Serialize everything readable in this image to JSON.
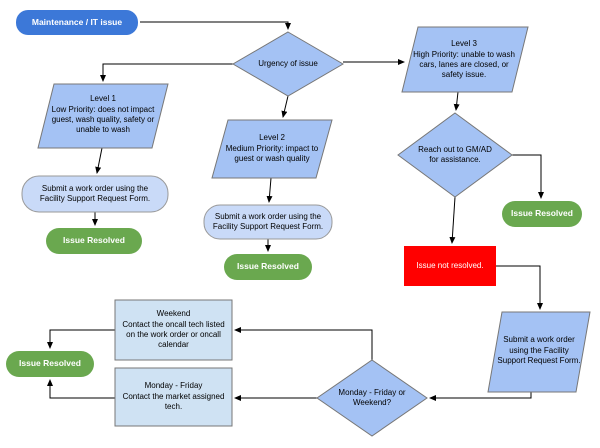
{
  "diagram": {
    "title": "Maintenance / IT issue flowchart",
    "nodes": {
      "start": {
        "label": "Maintenance / IT issue",
        "type": "terminator"
      },
      "urgency": {
        "label": "Urgency of issue",
        "type": "decision"
      },
      "level1": {
        "label": "Level 1\nLow Priority: does not impact guest, wash quality, safety or unable to wash",
        "type": "parallelogram"
      },
      "level2": {
        "label": "Level 2\nMedium Priority: impact to guest or wash quality",
        "type": "parallelogram"
      },
      "level3": {
        "label": "Level 3\nHigh Priority: unable to wash cars, lanes are closed, or safety issue.",
        "type": "parallelogram"
      },
      "submit_left": {
        "label": "Submit a work order using the Facility Support Request Form.",
        "type": "rounded"
      },
      "submit_center": {
        "label": "Submit a work order using the Facility Support Request Form.",
        "type": "rounded"
      },
      "submit_right": {
        "label": "Submit a work order using the Facility Support Request Form.",
        "type": "parallelogram"
      },
      "reach_out": {
        "label": "Reach out to GM/AD for assistance.",
        "type": "decision"
      },
      "issue_resolved_left": {
        "label": "Issue Resolved",
        "type": "terminator"
      },
      "issue_resolved_center": {
        "label": "Issue Resolved",
        "type": "terminator"
      },
      "issue_resolved_right": {
        "label": "Issue Resolved",
        "type": "terminator"
      },
      "issue_resolved_bottom": {
        "label": "Issue Resolved",
        "type": "terminator"
      },
      "not_resolved": {
        "label": "Issue not resolved.",
        "type": "rect"
      },
      "weekend": {
        "label": "Weekend\nContact the oncall tech listed on the work order or oncall calendar",
        "type": "rect"
      },
      "monday_friday": {
        "label": "Monday - Friday\nContact the market assigned tech.",
        "type": "rect"
      },
      "day_check": {
        "label": "Monday - Friday or Weekend?",
        "type": "decision"
      }
    },
    "colors": {
      "start_fill": "#3c78d8",
      "shape_fill": "#a4c2f4",
      "rounded_fill": "#c9daf8",
      "rect_fill": "#cfe2f3",
      "green_fill": "#6aa84f",
      "red_fill": "#ff0000",
      "line": "#000000"
    }
  }
}
